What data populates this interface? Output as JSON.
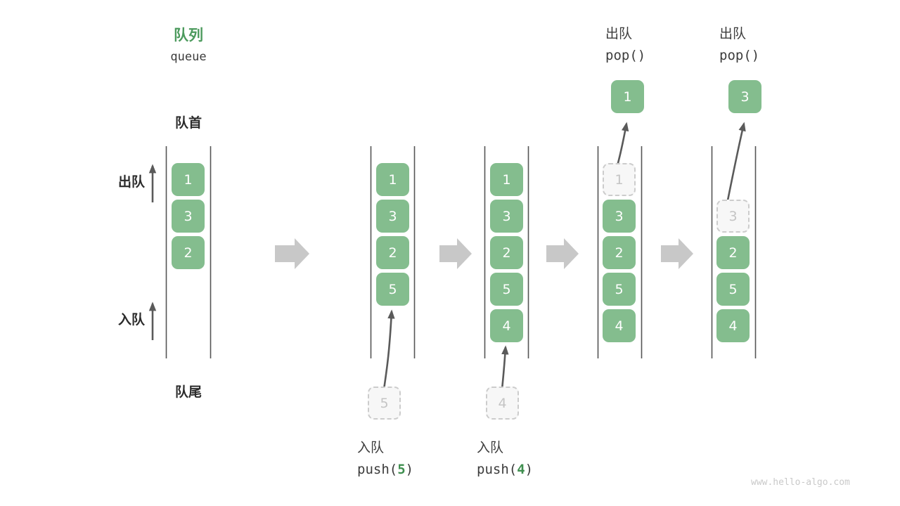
{
  "diagram": {
    "title_cn": "队列",
    "title_en": "queue",
    "front_label": "队首",
    "rear_label": "队尾",
    "dequeue_side_label": "出队",
    "enqueue_side_label": "入队",
    "watermark": "www.hello-algo.com",
    "accent_green": "#84bd8e",
    "title_green": "#4c9a5d",
    "arg_green": "#3f8f4f",
    "text_gray": "#3c3c3c",
    "ghost_gray": "#c4c4c4",
    "block_arrow_gray": "#c8c8c8",
    "line_arrow_gray": "#5a5a5a"
  },
  "columns": [
    {
      "id": "initial",
      "cells": [
        "1",
        "3",
        "2"
      ],
      "ghost": null,
      "popped": null,
      "op_cn": null,
      "op_code": null,
      "op_arg": null
    },
    {
      "id": "push-5",
      "cells": [
        "1",
        "3",
        "2",
        "5"
      ],
      "ghost": "5",
      "popped": null,
      "op_cn": "入队",
      "op_code_prefix": "push(",
      "op_arg": "5",
      "op_code_suffix": ")"
    },
    {
      "id": "push-4",
      "cells": [
        "1",
        "3",
        "2",
        "5",
        "4"
      ],
      "ghost": "4",
      "popped": null,
      "op_cn": "入队",
      "op_code_prefix": "push(",
      "op_arg": "4",
      "op_code_suffix": ")"
    },
    {
      "id": "pop-1",
      "cells": [
        "3",
        "2",
        "5",
        "4"
      ],
      "ghost": "1",
      "popped": "1",
      "op_cn": "出队",
      "op_code_prefix": "pop(",
      "op_arg": "",
      "op_code_suffix": ")"
    },
    {
      "id": "pop-3",
      "cells": [
        "2",
        "5",
        "4"
      ],
      "ghost": "3",
      "popped": "3",
      "op_cn": "出队",
      "op_code_prefix": "pop(",
      "op_arg": "",
      "op_code_suffix": ")"
    }
  ],
  "labels": {
    "pop_cn_1": "出队",
    "pop_code_1": "pop()",
    "pop_cn_2": "出队",
    "pop_code_2": "pop()",
    "push_cn_1": "入队",
    "push_code_1_prefix": "push(",
    "push_code_1_arg": "5",
    "push_code_1_suffix": ")",
    "push_cn_2": "入队",
    "push_code_2_prefix": "push(",
    "push_code_2_arg": "4",
    "push_code_2_suffix": ")"
  }
}
